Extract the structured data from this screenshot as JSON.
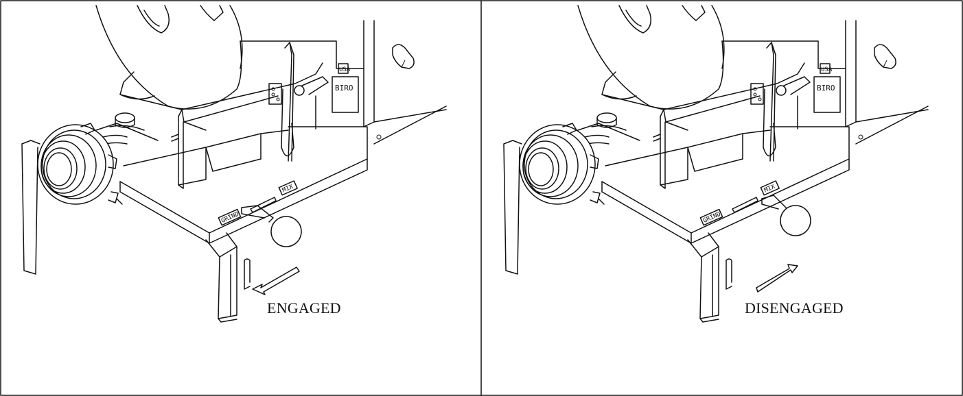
{
  "panels": [
    {
      "id": "left",
      "state_caption": "ENGAGED",
      "labels": {
        "grind": "GRIND",
        "mix": "MIX",
        "usa": "USA",
        "brand": "BIRO"
      }
    },
    {
      "id": "right",
      "state_caption": "DISENGAGED",
      "labels": {
        "grind": "GRIND",
        "mix": "MIX",
        "usa": "USA",
        "brand": "BIRO"
      }
    }
  ]
}
